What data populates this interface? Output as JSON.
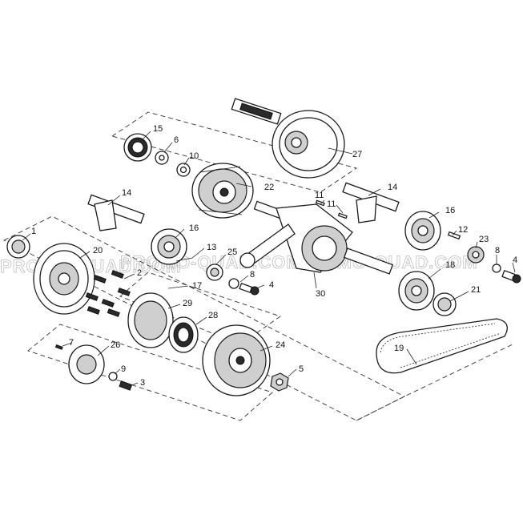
{
  "watermark": "PROMO-QUAD.COM",
  "callouts": [
    {
      "id": "1",
      "label": "1"
    },
    {
      "id": "2",
      "label": "2"
    },
    {
      "id": "3",
      "label": "3"
    },
    {
      "id": "4a",
      "label": "4"
    },
    {
      "id": "4b",
      "label": "4"
    },
    {
      "id": "5",
      "label": "5"
    },
    {
      "id": "6",
      "label": "6"
    },
    {
      "id": "7",
      "label": "7"
    },
    {
      "id": "8a",
      "label": "8"
    },
    {
      "id": "8b",
      "label": "8"
    },
    {
      "id": "9",
      "label": "9"
    },
    {
      "id": "10",
      "label": "10"
    },
    {
      "id": "11a",
      "label": "11"
    },
    {
      "id": "11b",
      "label": "11"
    },
    {
      "id": "12",
      "label": "12"
    },
    {
      "id": "13",
      "label": "13"
    },
    {
      "id": "14a",
      "label": "14"
    },
    {
      "id": "14b",
      "label": "14"
    },
    {
      "id": "15",
      "label": "15"
    },
    {
      "id": "16a",
      "label": "16"
    },
    {
      "id": "16b",
      "label": "16"
    },
    {
      "id": "17",
      "label": "17"
    },
    {
      "id": "18",
      "label": "18"
    },
    {
      "id": "19",
      "label": "19"
    },
    {
      "id": "20",
      "label": "20"
    },
    {
      "id": "21",
      "label": "21"
    },
    {
      "id": "22",
      "label": "22"
    },
    {
      "id": "23",
      "label": "23"
    },
    {
      "id": "24",
      "label": "24"
    },
    {
      "id": "25",
      "label": "25"
    },
    {
      "id": "26",
      "label": "26"
    },
    {
      "id": "27",
      "label": "27"
    },
    {
      "id": "28",
      "label": "28"
    },
    {
      "id": "29",
      "label": "29"
    },
    {
      "id": "30",
      "label": "30"
    }
  ]
}
